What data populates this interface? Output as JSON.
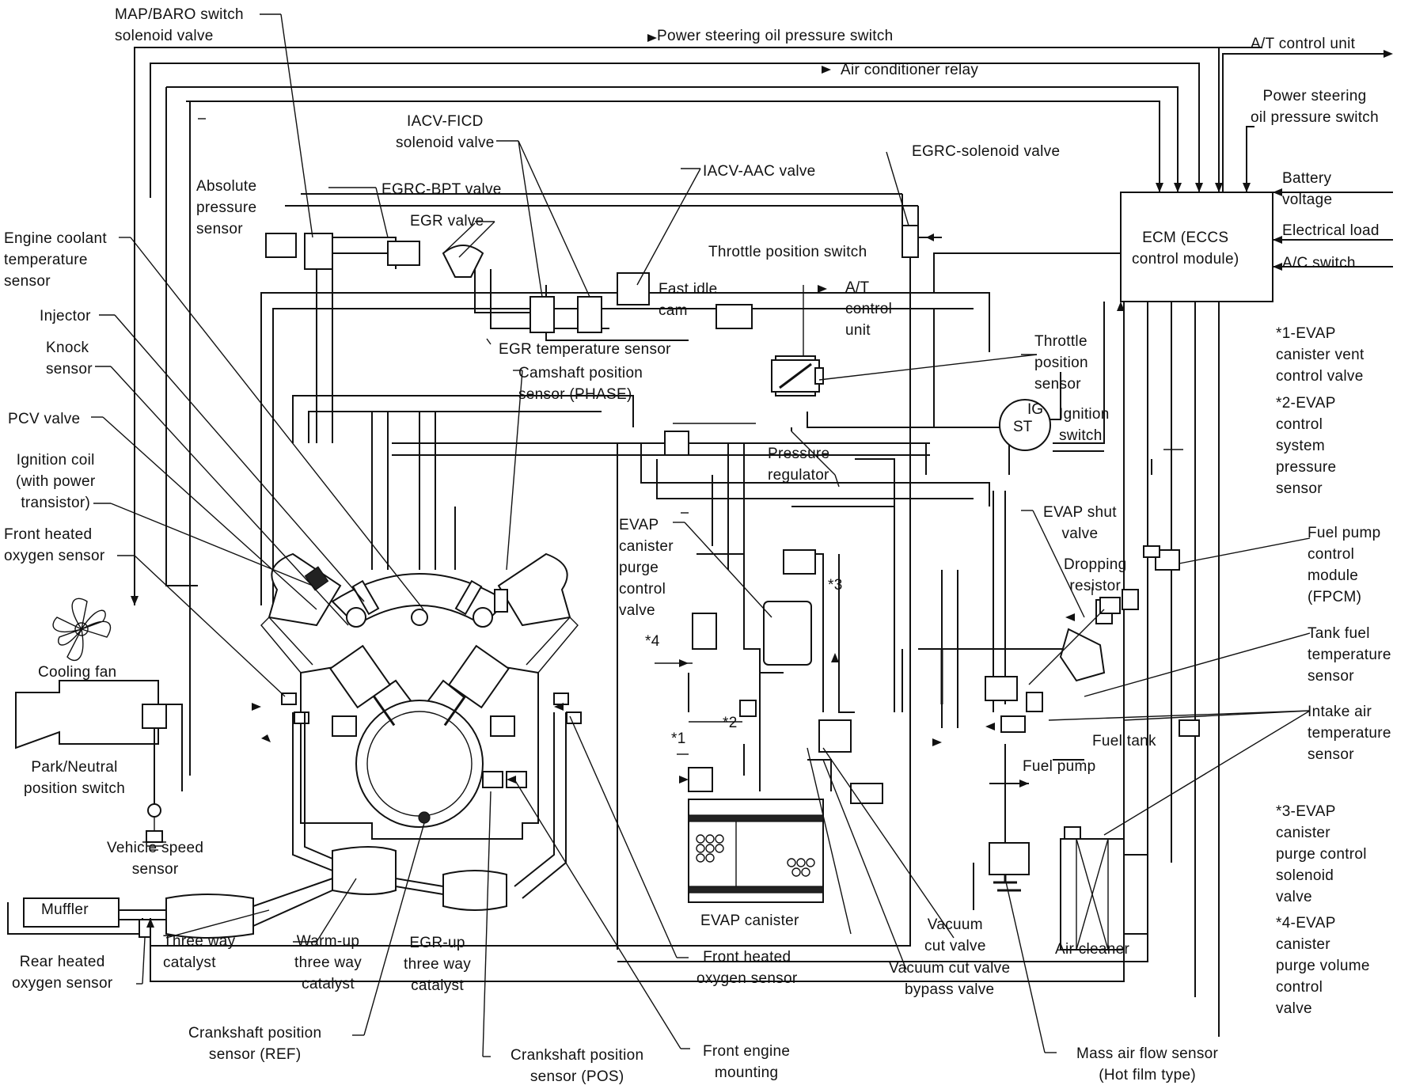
{
  "labels": {
    "map_baro": "MAP/BARO switch\nsolenoid valve",
    "ps_oil_top": "Power steering oil pressure switch",
    "ac_relay": "Air conditioner relay",
    "at_unit_top": "A/T control unit",
    "ps_oil_right": "Power steering\noil pressure switch",
    "iacv_ficd": "IACV-FICD\nsolenoid valve",
    "iacv_aac": "IACV-AAC valve",
    "egrc_solenoid": "EGRC-solenoid valve",
    "battery": "Battery\nvoltage",
    "electrical_load": "Electrical load",
    "ac_switch": "A/C switch",
    "ecm": "ECM (ECCS\ncontrol module)",
    "abs_pressure": "Absolute\npressure\nsensor",
    "egrc_bpt": "EGRC-BPT valve",
    "egr_valve": "EGR valve",
    "throttle_switch": "Throttle position switch",
    "fast_idle": "Fast idle\ncam",
    "at_unit_mid": "A/T\ncontrol\nunit",
    "egr_temp": "EGR temperature sensor",
    "engine_coolant": "Engine coolant\ntemperature\nsensor",
    "injector": "Injector",
    "knock": "Knock\nsensor",
    "pcv": "PCV valve",
    "ign_coil": "Ignition coil\n(with power\ntransistor)",
    "front_o2_left": "Front heated\noxygen sensor",
    "cooling_fan": "Cooling fan",
    "park_neutral": "Park/Neutral\nposition switch",
    "vehicle_speed": "Vehicle speed\nsensor",
    "muffler": "Muffler",
    "rear_o2": "Rear heated\noxygen sensor",
    "three_way": "Three way\ncatalyst",
    "warmup_left": "Warm-up\nthree way\ncatalyst",
    "warmup_right": "EGR-up\nthree way\ncatalyst",
    "crank_ref": "Crankshaft position\nsensor (REF)",
    "crank_pos": "Crankshaft position\nsensor (POS)",
    "front_engine_mount": "Front engine\nmounting",
    "camshaft": "Camshaft position\nsensor (PHASE)",
    "throttle_pos_sensor": "Throttle\nposition\nsensor",
    "ignition_switch": "Ignition\nswitch",
    "pressure_reg": "Pressure\nregulator",
    "evap_purge": "EVAP\ncanister\npurge\ncontrol\nvalve",
    "star4_a": "*4",
    "star3_a": "*3",
    "star2_a": "*2",
    "star1_a": "*1",
    "evap_shut": "EVAP shut\nvalve",
    "dropping_res": "Dropping\nresistor",
    "evap_canister": "EVAP canister",
    "front_o2_right": "Front heated\noxygen sensor",
    "vacuum_cut": "Vacuum\ncut valve",
    "vacuum_bypass": "Vacuum cut valve\nbypass valve",
    "fuel_tank": "Fuel tank",
    "fuel_pump": "Fuel pump",
    "air_cleaner": "Air cleaner",
    "maf": "Mass air flow sensor\n(Hot film type)",
    "note1": "*1-EVAP\n  canister vent\n  control valve",
    "note2": "*2-EVAP\n  control\n  system\n  pressure\n  sensor",
    "fpcm": "Fuel pump\ncontrol\nmodule\n(FPCM)",
    "tank_temp": "Tank fuel\ntemperature\nsensor",
    "intake_temp": "Intake air\ntemperature\nsensor",
    "note3": "*3-EVAP\n  canister\n  purge control\n  solenoid\n  valve",
    "note4": "*4-EVAP\n  canister\n  purge volume\n  control\n  valve",
    "ign_s": "ST",
    "ign_g": "IG"
  }
}
